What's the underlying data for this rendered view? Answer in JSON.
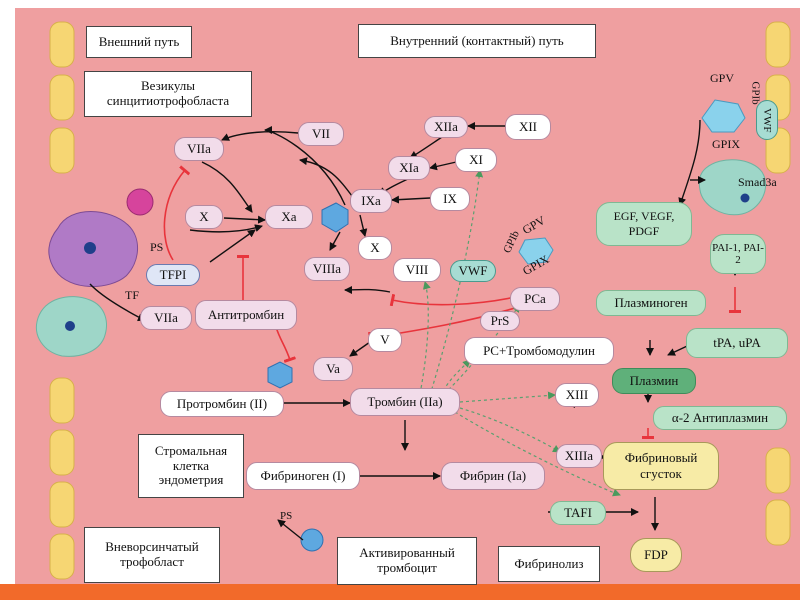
{
  "titles": {
    "extrinsic": "Внешний путь",
    "intrinsic": "Внутренний (контактный) путь",
    "vesicles": "Везикулы синцитиотрофобласта",
    "stromal": "Стромальная клетка эндометрия",
    "extravillous": "Вневорсинчатый трофобласт",
    "activated_platelet": "Активированный тромбоцит",
    "fibrinolysis": "Фибринолиз"
  },
  "factors": {
    "VII": "VII",
    "VIIa_top": "VIIa",
    "VIIa_left": "VIIa",
    "X_left": "X",
    "Xa": "Xa",
    "TFPI": "TFPI",
    "TF": "TF",
    "PS_top": "PS",
    "PS_bottom": "PS",
    "antithrombin": "Антитромбин",
    "XIIa": "XIIa",
    "XII": "XII",
    "XIa": "XIa",
    "XI": "XI",
    "IXa": "IXa",
    "IX": "IX",
    "X_right": "X",
    "VIIIa": "VIIIa",
    "VIII": "VIII",
    "VWF": "VWF",
    "V": "V",
    "Va": "Va",
    "PCa": "PCa",
    "PrS": "PrS",
    "pc_thrombomodulin": "PC+Тромбомодулин",
    "prothrombin": "Протромбин (II)",
    "thrombin": "Тромбин (IIa)",
    "fibrinogen": "Фибриноген (I)",
    "fibrin": "Фибрин (Ia)",
    "XIII": "XIII",
    "XIIIa": "XIIIa",
    "fibrin_clot": "Фибриновый сгусток",
    "TAFI": "TAFI",
    "FDP": "FDP",
    "plasminogen": "Плазминоген",
    "tPA_uPA": "tPA, uPA",
    "plasmin": "Плазмин",
    "alpha2": "α-2 Антиплазмин",
    "EGF": "EGF, VEGF, PDGF",
    "PAI": "PAI-1, PAI-2",
    "Smad3a": "Smad3a",
    "GPV_top": "GPV",
    "GPIb_top": "GPIb",
    "GPIX_top": "GPIX",
    "VWF_top": "VWF",
    "GPV_mid": "GPV",
    "GPIb_mid": "GPIb",
    "GPIX_mid": "GPIX"
  },
  "colors": {
    "background": "#ef9fa0",
    "vessel_wall": "#f6d673",
    "inhibition": "#e8343c",
    "activation": "#111111",
    "fibrinolysis_arrow": "#5aa070"
  }
}
